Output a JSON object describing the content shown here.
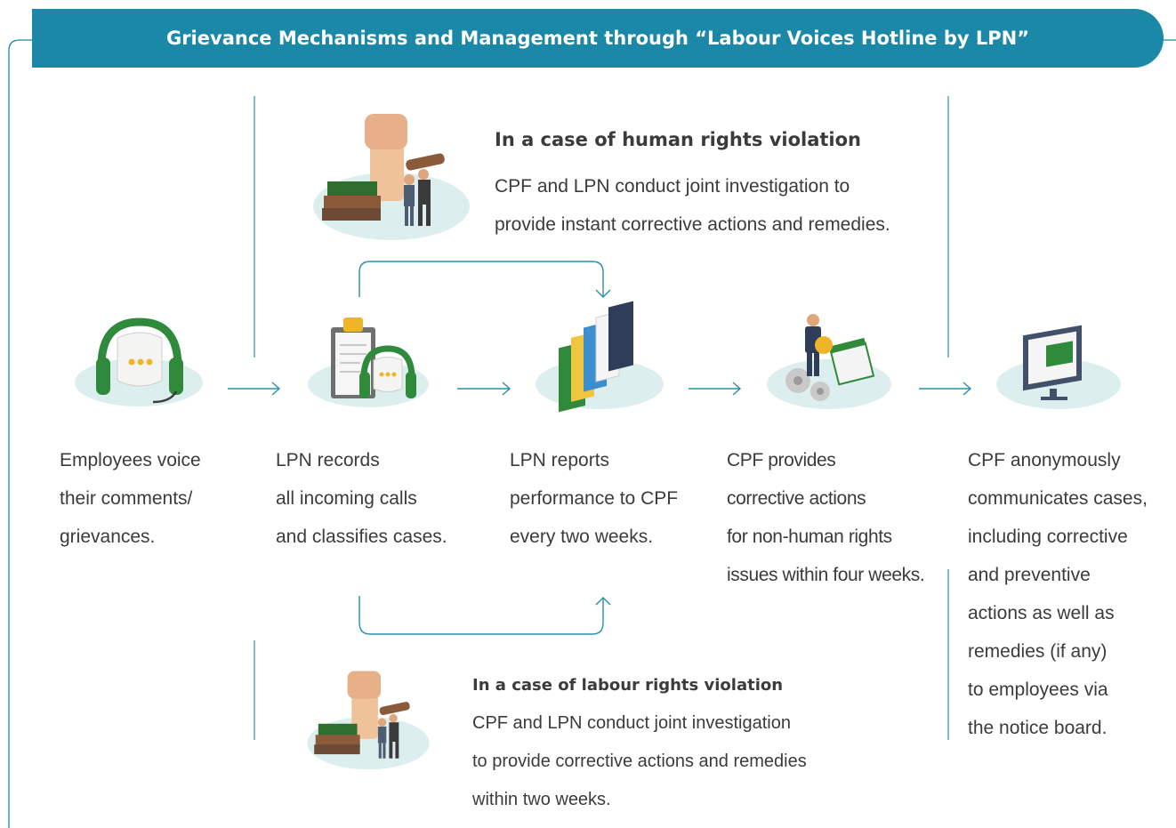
{
  "title": "Grievance Mechanisms and Management through “Labour Voices Hotline by LPN”",
  "steps": [
    {
      "lines": [
        "Employees voice",
        "their comments/",
        "grievances."
      ],
      "icon": "headset-chat-icon"
    },
    {
      "lines": [
        "LPN records",
        "all incoming calls",
        "and classifies cases."
      ],
      "icon": "clipboard-headset-icon"
    },
    {
      "lines": [
        "LPN reports",
        "performance to CPF",
        "every two weeks."
      ],
      "icon": "binders-icon"
    },
    {
      "lines": [
        "CPF provides",
        "corrective actions",
        "for non-human rights",
        "issues within four weeks."
      ],
      "icon": "businessman-gears-calendar-icon"
    },
    {
      "lines": [
        "CPF anonymously",
        "communicates cases,",
        "including corrective",
        "and preventive",
        "actions as well as",
        "remedies (if any)",
        "to employees via",
        "the notice board."
      ],
      "icon": "monitor-notice-icon"
    }
  ],
  "human_rights": {
    "heading": "In a case of human rights violation",
    "lines": [
      "CPF and LPN conduct joint investigation to",
      "provide instant corrective actions and remedies."
    ],
    "icon": "fist-justice-icon"
  },
  "labour_rights": {
    "heading": "In a case of labour rights violation",
    "lines": [
      "CPF and LPN conduct joint investigation",
      "to provide corrective actions and remedies",
      "within two weeks."
    ],
    "icon": "fist-justice-icon"
  },
  "colors": {
    "banner": "#1a88a6",
    "connector": "#2a8fa9",
    "platform": "#dcefee",
    "folder_green": "#2f8a3b"
  }
}
